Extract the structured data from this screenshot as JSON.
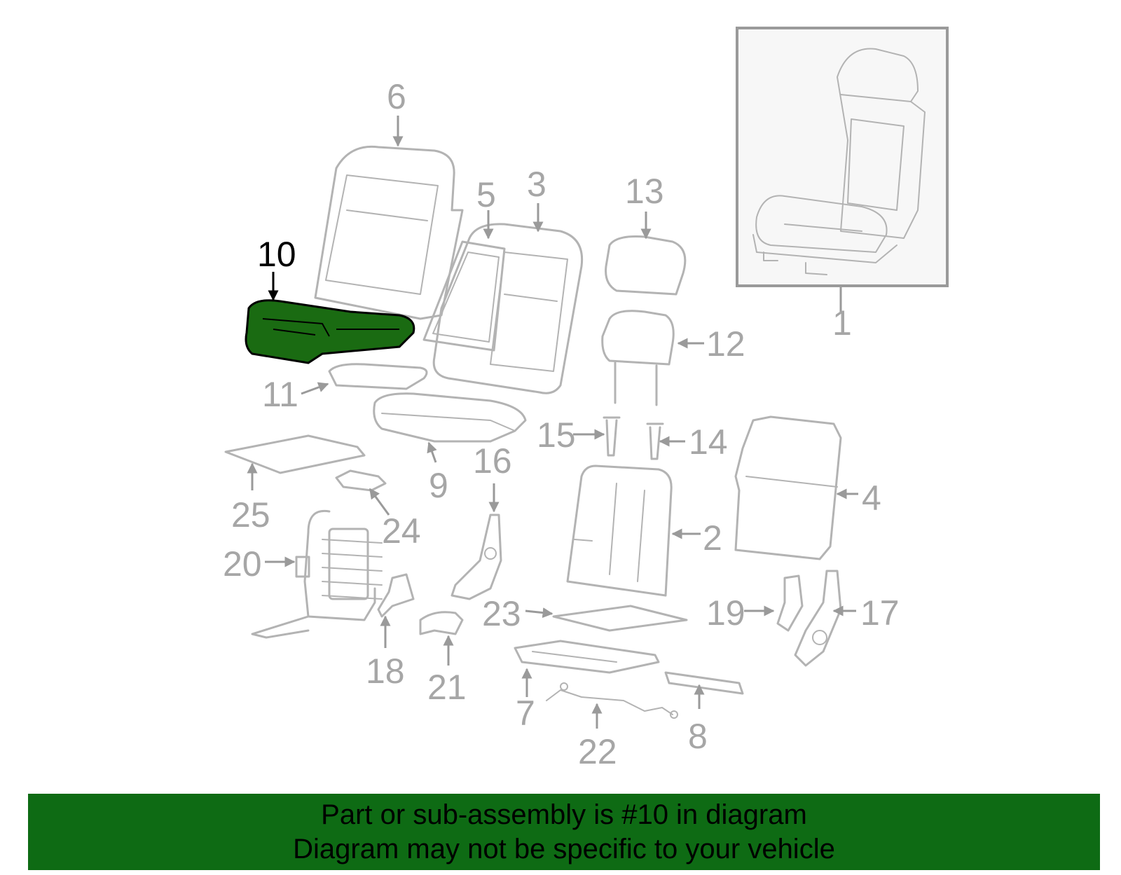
{
  "colors": {
    "highlight_fill": "#1a6b12",
    "highlight_stroke": "#000000",
    "part_stroke": "#b3b3b3",
    "caption_background": "#0e6b14"
  },
  "callouts": {
    "c1": "1",
    "c2": "2",
    "c3": "3",
    "c4": "4",
    "c5": "5",
    "c6": "6",
    "c7": "7",
    "c8": "8",
    "c9": "9",
    "c10": "10",
    "c11": "11",
    "c12": "12",
    "c13": "13",
    "c14": "14",
    "c15": "15",
    "c16": "16",
    "c17": "17",
    "c18": "18",
    "c19": "19",
    "c20": "20",
    "c21": "21",
    "c22": "22",
    "c23": "23",
    "c24": "24",
    "c25": "25"
  },
  "caption": {
    "line1": "Part or sub-assembly is #10 in diagram",
    "line2": "Diagram may not be specific to your vehicle"
  }
}
